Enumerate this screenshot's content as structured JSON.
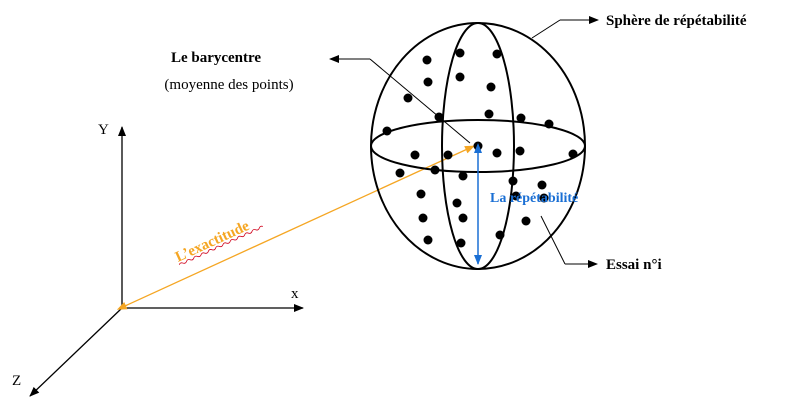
{
  "labels": {
    "sphere": "Sphère de répétabilité",
    "barycentre_title": "Le barycentre",
    "barycentre_sub": "(moyenne des points)",
    "repeatability": "La répétabilité",
    "accuracy": "L’exactitude",
    "trial": "Essai n°i"
  },
  "axes": {
    "x": "x",
    "y": "Y",
    "z": "Z"
  },
  "colors": {
    "line": "#000000",
    "accuracy": "#f5a623",
    "repeatability": "#1a6fd4",
    "accuracy_underline": "#d0021b"
  }
}
